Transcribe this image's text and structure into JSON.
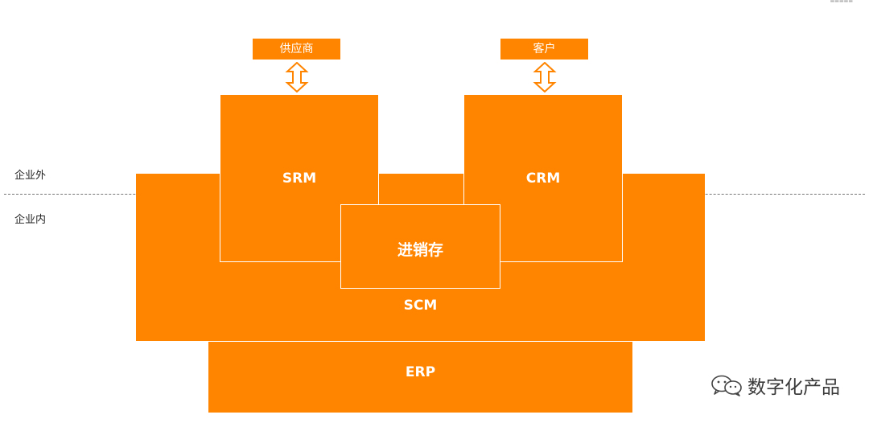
{
  "labels": {
    "supplier": "供应商",
    "customer": "客户",
    "srm": "SRM",
    "crm": "CRM",
    "jxc": "进销存",
    "scm": "SCM",
    "erp": "ERP"
  },
  "zones": {
    "outside": "企业外",
    "inside": "企业内"
  },
  "watermark": "数字化产品",
  "colors": {
    "orange": "#ff8400",
    "text": "#ffffff",
    "divider": "#777777"
  }
}
